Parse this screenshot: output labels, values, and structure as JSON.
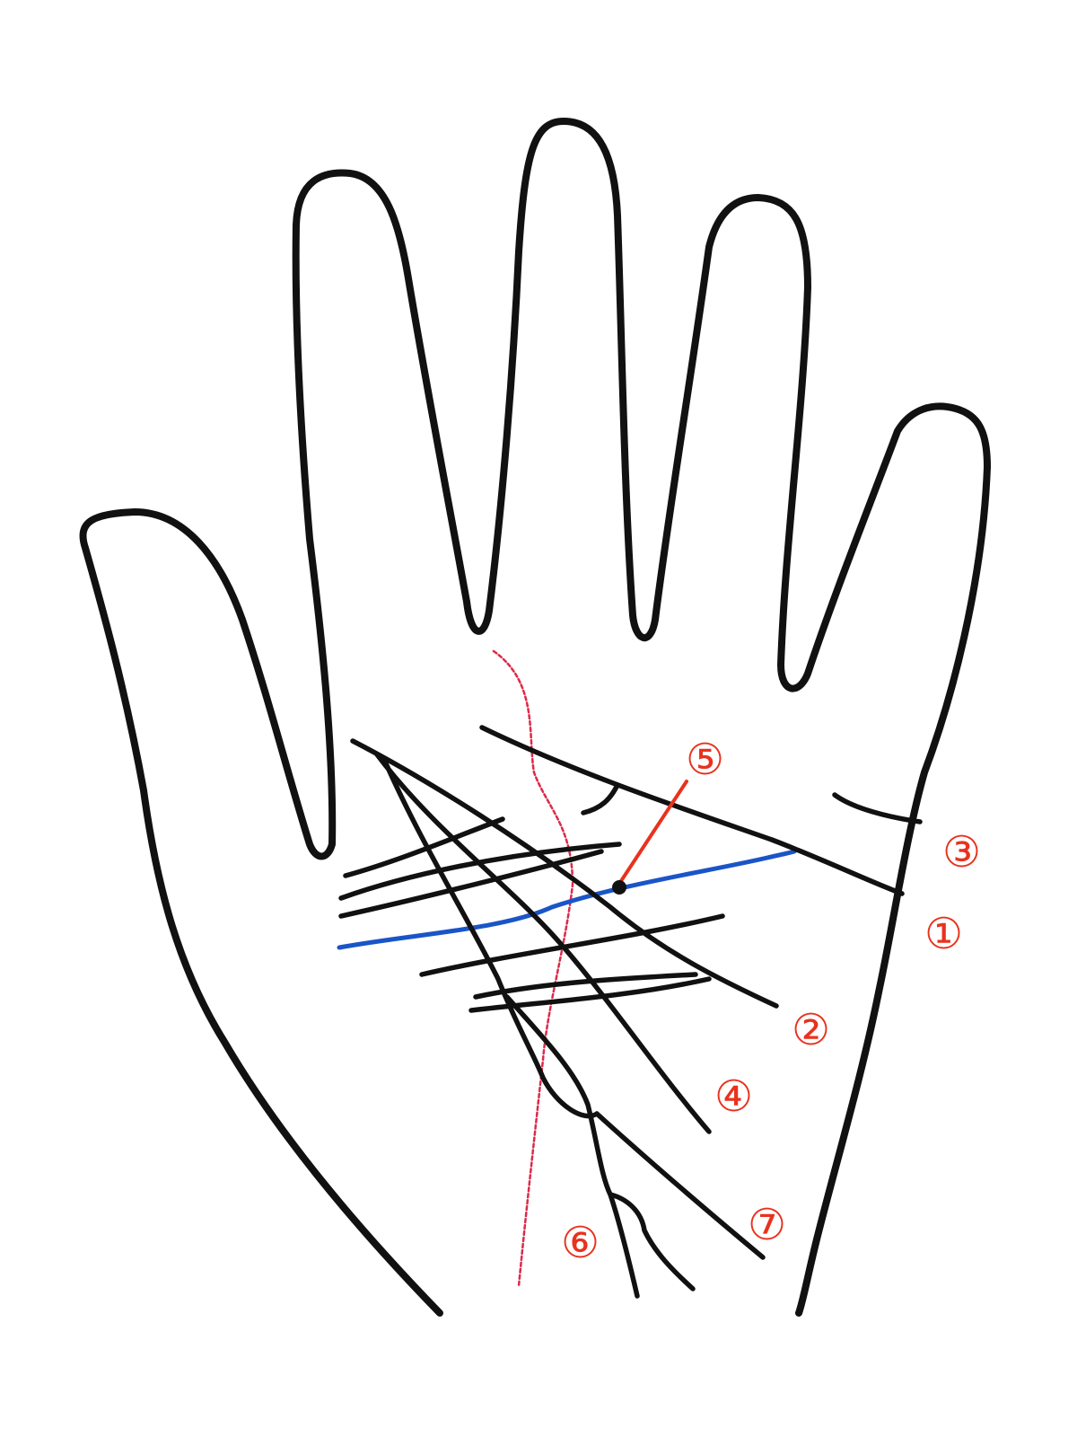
{
  "colors": {
    "outline": "#111111",
    "accent": "#e8321e",
    "guide": "#dd2a4a",
    "highlight": "#1a55c8"
  },
  "labels": [
    {
      "id": "line-1",
      "text": "①"
    },
    {
      "id": "line-2",
      "text": "②"
    },
    {
      "id": "line-3",
      "text": "③"
    },
    {
      "id": "line-4",
      "text": "④"
    },
    {
      "id": "mark-5",
      "text": "⑤"
    },
    {
      "id": "line-6",
      "text": "⑥"
    },
    {
      "id": "line-7",
      "text": "⑦"
    }
  ]
}
